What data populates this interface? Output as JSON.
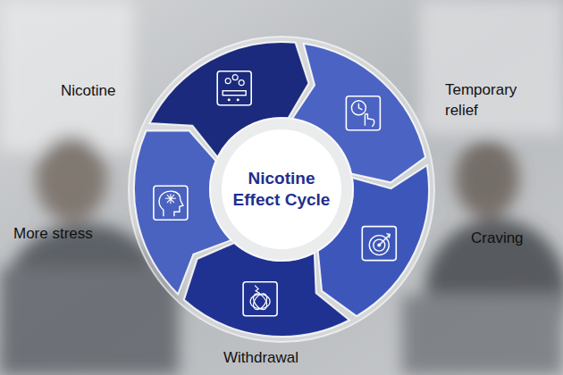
{
  "diagram": {
    "nodes": [
      {
        "text": [
          "Nicotine Effect Cycle"
        ]
      }
    ],
    "labels": [
      "Nicotine",
      "Temporary relief",
      "Craving",
      "Withdrawal",
      "More stress"
    ]
  }
}
